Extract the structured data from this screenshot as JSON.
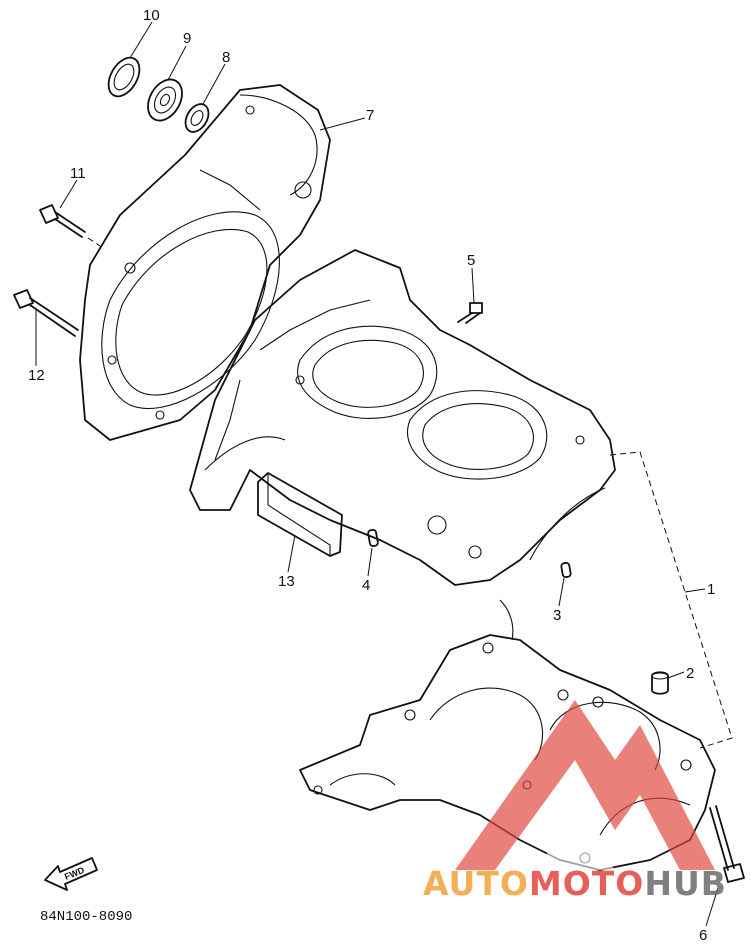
{
  "diagram": {
    "part_labels": [
      "1",
      "2",
      "3",
      "4",
      "5",
      "6",
      "7",
      "8",
      "9",
      "10",
      "11",
      "12",
      "13"
    ],
    "drawing_code": "84N100-8090",
    "direction_mark": "FWD"
  },
  "watermark": {
    "text_part1": "AUTO",
    "text_part2": "MOTO",
    "text_part3": "HUB",
    "color_orange": "#f2a13a",
    "color_red": "#e0453c",
    "color_dark": "#6b6b6b"
  }
}
